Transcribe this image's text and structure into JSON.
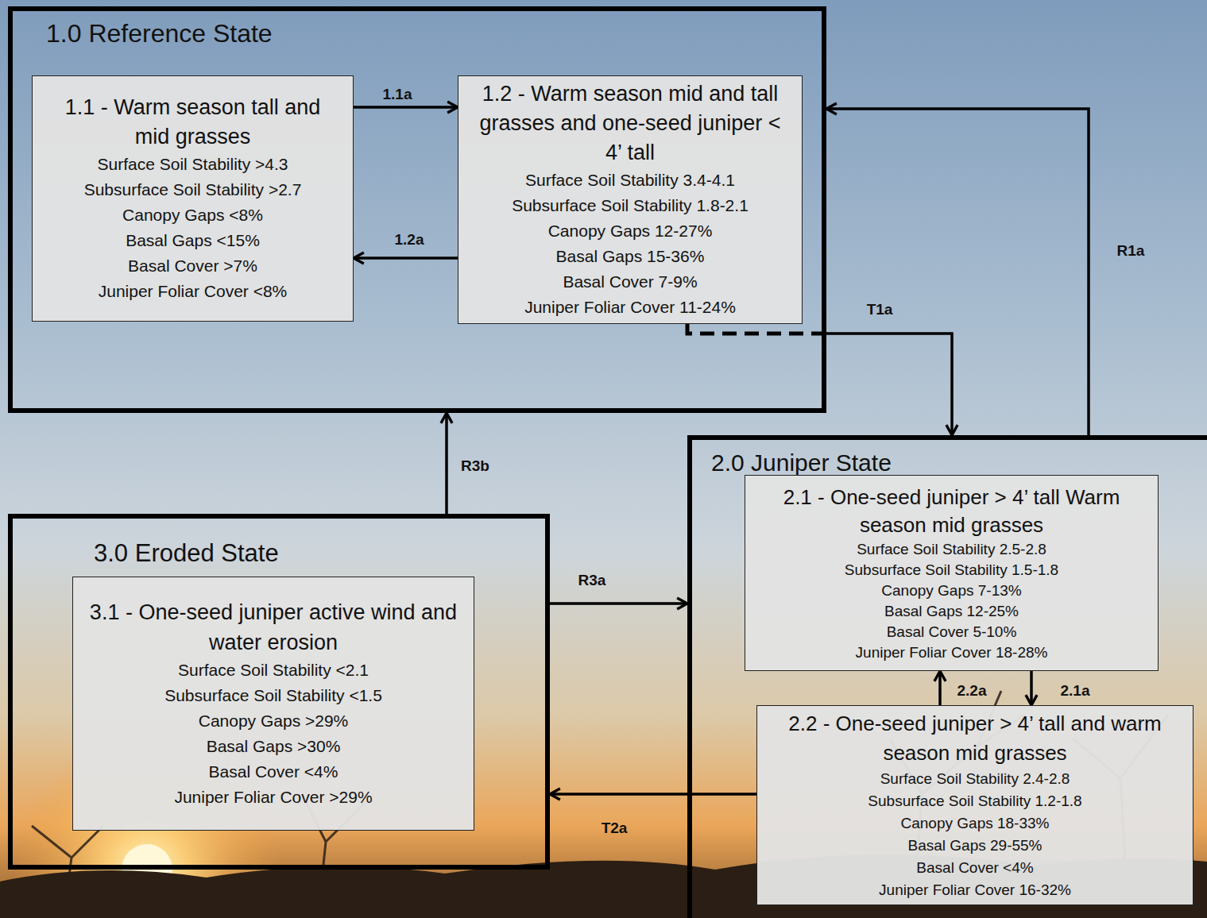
{
  "diagram": {
    "nodes": [
      {
        "text": [
          "1.0 Reference State"
        ]
      },
      {
        "text": [
          "1.1 - Warm season tall and mid grasses",
          "Surface Soil Stability >4.3",
          "Subsurface Soil Stability >2.7",
          "Canopy Gaps <8%",
          "Basal Gaps <15%",
          "Basal Cover >7%",
          "Juniper Foliar Cover <8%"
        ],
        "in": 0
      },
      {
        "text": [
          "1.2 - Warm season mid and tall grasses and one-seed juniper < 4’ tall",
          "Surface Soil Stability 3.4-4.1",
          "Subsurface Soil Stability 1.8-2.1",
          "Canopy Gaps 12-27%",
          "Basal Gaps 15-36%",
          "Basal Cover 7-9%",
          "Juniper Foliar Cover 11-24%"
        ],
        "in": 0
      },
      {
        "text": [
          "2.0 Juniper State"
        ]
      },
      {
        "text": [
          "2.1 - One-seed juniper > 4’ tall Warm season mid grasses",
          "Surface Soil Stability 2.5-2.8",
          "Subsurface Soil Stability 1.5-1.8",
          "Canopy Gaps 7-13%",
          "Basal Gaps 12-25%",
          "Basal Cover 5-10%",
          "Juniper Foliar Cover 18-28%"
        ],
        "in": 3
      },
      {
        "text": [
          "2.2 - One-seed juniper > 4’ tall and warm season mid grasses",
          "Surface Soil Stability 2.4-2.8",
          "Subsurface Soil Stability 1.2-1.8",
          "Canopy Gaps 18-33%",
          "Basal Gaps 29-55%",
          "Basal Cover <4%",
          "Juniper Foliar Cover 16-32%"
        ],
        "in": 3
      },
      {
        "text": [
          "3.0 Eroded State"
        ]
      },
      {
        "text": [
          "3.1 - One-seed juniper active wind and water erosion",
          "Surface Soil Stability <2.1",
          "Subsurface Soil Stability <1.5",
          "Canopy Gaps >29%",
          "Basal Gaps >30%",
          "Basal Cover <4%",
          "Juniper Foliar Cover >29%"
        ],
        "in": 6
      }
    ],
    "edges": [
      {
        "from": 1,
        "to": 2,
        "label": "1.1a",
        "arrow": "to"
      },
      {
        "from": 2,
        "to": 1,
        "label": "1.2a",
        "arrow": "to"
      },
      {
        "from": 2,
        "to": 3,
        "label": "T1a",
        "arrow": "to"
      },
      {
        "from": 3,
        "to": 0,
        "label": "R1a",
        "arrow": "to"
      },
      {
        "from": 6,
        "to": 0,
        "label": "R3b",
        "arrow": "to"
      },
      {
        "from": 6,
        "to": 3,
        "label": "R3a",
        "arrow": "to"
      },
      {
        "from": 4,
        "to": 5,
        "label": "2.1a",
        "arrow": "to"
      },
      {
        "from": 5,
        "to": 4,
        "label": "2.2a",
        "arrow": "to"
      },
      {
        "from": 5,
        "to": 6,
        "label": "T2a",
        "arrow": "to"
      }
    ]
  }
}
